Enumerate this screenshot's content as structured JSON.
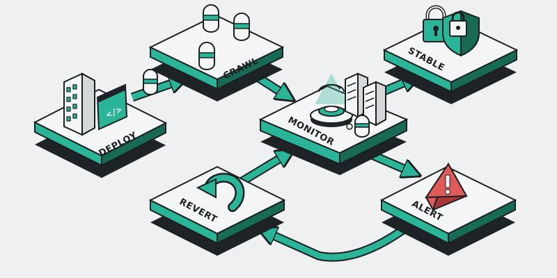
{
  "nodes": {
    "deploy": {
      "label": "DEPLOY"
    },
    "crawl": {
      "label": "CRAWL"
    },
    "monitor": {
      "label": "MONITOR"
    },
    "stable": {
      "label": "STABLE"
    },
    "alert": {
      "label": "ALERT"
    },
    "revert": {
      "label": "REVERT"
    }
  },
  "colors": {
    "background": "#eef0f2",
    "accent": "#2bb598",
    "accent_dark": "#176a56",
    "outline": "#1b1f22",
    "shadow": "#1d2326",
    "tile": "#f4f5f6",
    "warning": "#e05a5a"
  }
}
